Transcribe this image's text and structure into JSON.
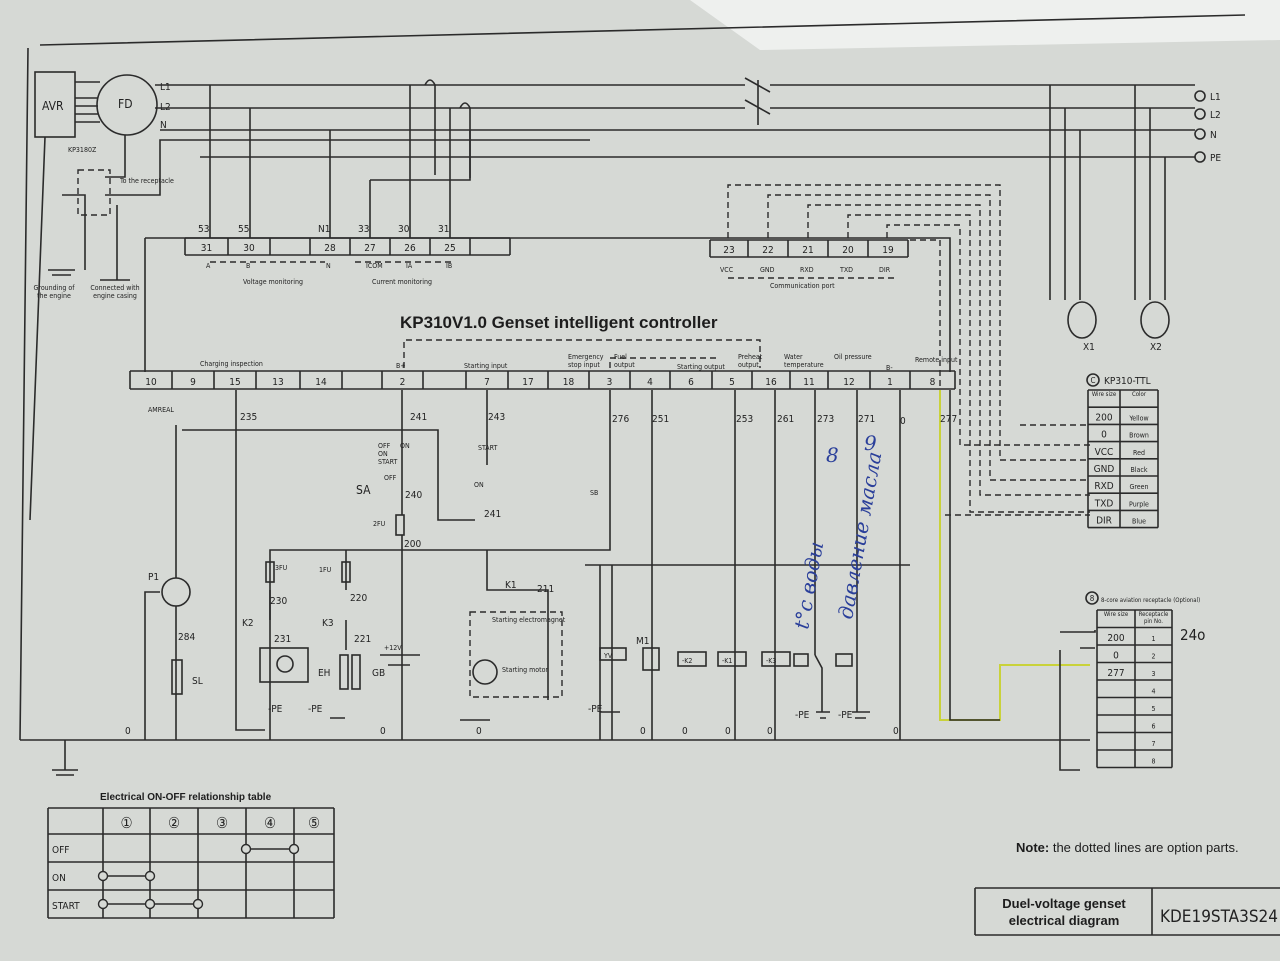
{
  "controller_title": "KP310V1.0 Genset intelligent controller",
  "generator": {
    "avr": "AVR",
    "fd": "FD",
    "avr_ref": "KP3180Z",
    "lines": [
      "L1",
      "L2",
      "N"
    ],
    "to_receptacle": "To the receptacle",
    "grounding_engine": "Grounding of the engine",
    "connected_casing": "Connected with engine casing"
  },
  "outputs": [
    "L1",
    "L2",
    "N",
    "PE"
  ],
  "top_wire_labels": [
    "53",
    "55",
    "N1",
    "33",
    "30",
    "31"
  ],
  "top_terminals": [
    "31",
    "30",
    "",
    "28",
    "27",
    "26",
    "25"
  ],
  "top_signals": [
    "A",
    "B",
    "N",
    "ICOM",
    "IA",
    "IB"
  ],
  "voltage_monitoring": "Voltage monitoring",
  "current_monitoring": "Current monitoring",
  "comm_terminals": [
    "23",
    "22",
    "21",
    "20",
    "19"
  ],
  "comm_signals": [
    "VCC",
    "GND",
    "RXD",
    "TXD",
    "DIR"
  ],
  "communication_port": "Communication port",
  "bottom_terminals": [
    "10",
    "9",
    "15",
    "13",
    "14",
    "",
    "2",
    "",
    "7",
    "17",
    "18",
    "3",
    "4",
    "6",
    "5",
    "16",
    "11",
    "12",
    "1",
    "8"
  ],
  "bottom_group_labels": {
    "charging": "Charging inspection",
    "bplus": "B+",
    "starting_input": "Starting input",
    "emergency": "Emergency stop input",
    "fuel": "Fuel output",
    "starting_output": "Starting output",
    "preheat": "Preheat output",
    "water": "Water temperature",
    "oil": "Oil pressure",
    "bminus": "B-",
    "remote": "Remote input"
  },
  "wire_numbers": {
    "amreal": "AMREAL",
    "w235": "235",
    "w241": "241",
    "w243": "243",
    "w276": "276",
    "w251": "251",
    "w253": "253",
    "w261": "261",
    "w273": "273",
    "w271": "271",
    "w0": "0",
    "w277": "277",
    "w240": "240",
    "w241b": "241",
    "w200": "200",
    "w230": "230",
    "w220": "220",
    "w231": "231",
    "w221": "221",
    "w211": "211",
    "w284": "284"
  },
  "components": {
    "sa": "SA",
    "sb": "SB",
    "switch_positions": [
      "OFF",
      "ON",
      "START",
      "ON"
    ],
    "start": "START",
    "on": "ON",
    "off": "OFF",
    "fu2": "2FU",
    "fu3": "3FU",
    "fu1": "1FU",
    "k1": "K1",
    "k2": "K2",
    "k3": "K3",
    "p1": "P1",
    "sl": "SL",
    "eh": "EH",
    "gb": "GB",
    "plus12": "+12V",
    "m1": "M1",
    "starting_electromagnet": "Starting electromagnet",
    "starting_motor": "Starting motor",
    "yv": "YV",
    "rk2": "-K2",
    "rk1": "-K1",
    "rk3": "-K3",
    "pe": "-PE",
    "x1": "X1",
    "x2": "X2",
    "zero": "0"
  },
  "ttl_table": {
    "title": "KP310-TTL",
    "marker": "C",
    "headers": [
      "Wire size",
      "Color"
    ],
    "rows": [
      [
        "200",
        "Yellow"
      ],
      [
        "0",
        "Brown"
      ],
      [
        "VCC",
        "Red"
      ],
      [
        "GND",
        "Black"
      ],
      [
        "RXD",
        "Green"
      ],
      [
        "TXD",
        "Purple"
      ],
      [
        "DIR",
        "Blue"
      ]
    ]
  },
  "aviation_table": {
    "marker": "8",
    "title": "8-core aviation receptacle (Optional)",
    "headers": [
      "Wire size",
      "Receptacle pin No."
    ],
    "rows": [
      [
        "200",
        "1"
      ],
      [
        "0",
        "2"
      ],
      [
        "277",
        "3"
      ],
      [
        "",
        "4"
      ],
      [
        "",
        "5"
      ],
      [
        "",
        "6"
      ],
      [
        "",
        "7"
      ],
      [
        "",
        "8"
      ]
    ]
  },
  "onoff_table": {
    "title": "Electrical ON-OFF relationship table",
    "columns": [
      "①",
      "②",
      "③",
      "④",
      "⑤"
    ],
    "rows": [
      "OFF",
      "ON",
      "START"
    ]
  },
  "note": {
    "bold": "Note:",
    "text": " the dotted lines are option parts."
  },
  "title_block": {
    "name_line1": "Duel-voltage genset",
    "name_line2": "electrical diagram",
    "model": "KDE19STA3S24"
  },
  "handwritten": {
    "water_temp": "t°c воды",
    "oil_pressure": "давление масла",
    "n8": "8",
    "n9": "9",
    "n240": "24o"
  },
  "colors": {
    "paper": "#d6d9d5",
    "ink": "#2b2b2b",
    "pen": "#2a3f9a",
    "highlight": "#d8df3a"
  }
}
